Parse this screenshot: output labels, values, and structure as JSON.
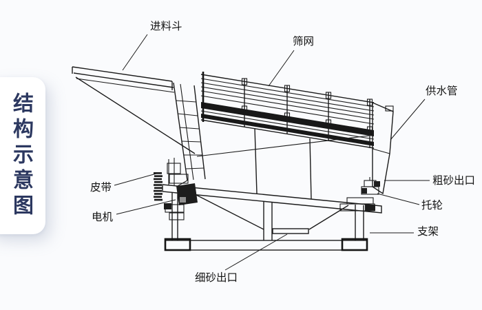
{
  "banner": {
    "title": "结构示意图"
  },
  "diagram": {
    "type": "technical-line-drawing",
    "subject": "drum-screen-sand-washing-machine-structure",
    "labels": [
      {
        "id": "feed-hopper",
        "text": "进料斗"
      },
      {
        "id": "screen-mesh",
        "text": "筛网"
      },
      {
        "id": "water-supply-pipe",
        "text": "供水管"
      },
      {
        "id": "coarse-sand-outlet",
        "text": "粗砂出口"
      },
      {
        "id": "support-roller",
        "text": "托轮"
      },
      {
        "id": "stand",
        "text": "支架"
      },
      {
        "id": "belt",
        "text": "皮带"
      },
      {
        "id": "motor",
        "text": "电机"
      },
      {
        "id": "fine-sand-outlet",
        "text": "细砂出口"
      }
    ],
    "colors": {
      "line": "#1a1a1a",
      "label_text": "#141414",
      "banner_text": "#2c3860",
      "banner_card_bg": "#ffffff",
      "page_bg": "#fafbfd"
    }
  }
}
